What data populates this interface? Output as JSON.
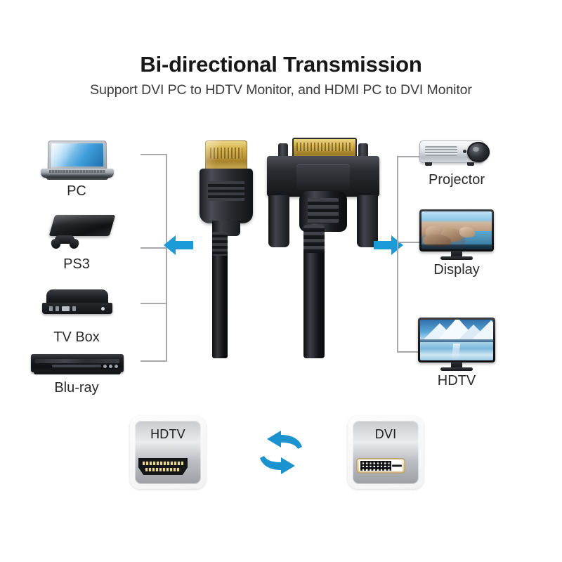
{
  "header": {
    "title": "Bi-directional Transmission",
    "subtitle": "Support DVI PC to HDTV Monitor, and HDMI PC to DVI Monitor"
  },
  "colors": {
    "accent_arrow": "#1b9bd8",
    "accent_swap": "#1b93cf",
    "bracket_line": "#a6a8ab",
    "title_text": "#171717",
    "subtitle_text": "#3b3b3b",
    "label_text": "#2a2a2a",
    "background": "#ffffff"
  },
  "sources": {
    "group_label": "source-devices",
    "items": [
      {
        "label": "PC",
        "icon": "laptop-icon"
      },
      {
        "label": "PS3",
        "icon": "game-console-icon"
      },
      {
        "label": "TV Box",
        "icon": "set-top-box-icon"
      },
      {
        "label": "Blu-ray",
        "icon": "bluray-player-icon"
      }
    ]
  },
  "destinations": {
    "group_label": "display-devices",
    "items": [
      {
        "label": "Projector",
        "icon": "projector-icon"
      },
      {
        "label": "Display",
        "icon": "monitor-icon"
      },
      {
        "label": "HDTV",
        "icon": "tv-icon"
      }
    ]
  },
  "cable": {
    "left_connector": "HDMI male connector",
    "right_connector": "DVI-D male connector"
  },
  "arrows": {
    "left": "arrow-left-icon",
    "right": "arrow-right-icon",
    "swap": "bidirectional-swap-icon"
  },
  "ports": {
    "left": {
      "label": "HDTV",
      "port_type": "hdmi-port-icon"
    },
    "right": {
      "label": "DVI",
      "port_type": "dvi-port-icon"
    }
  }
}
